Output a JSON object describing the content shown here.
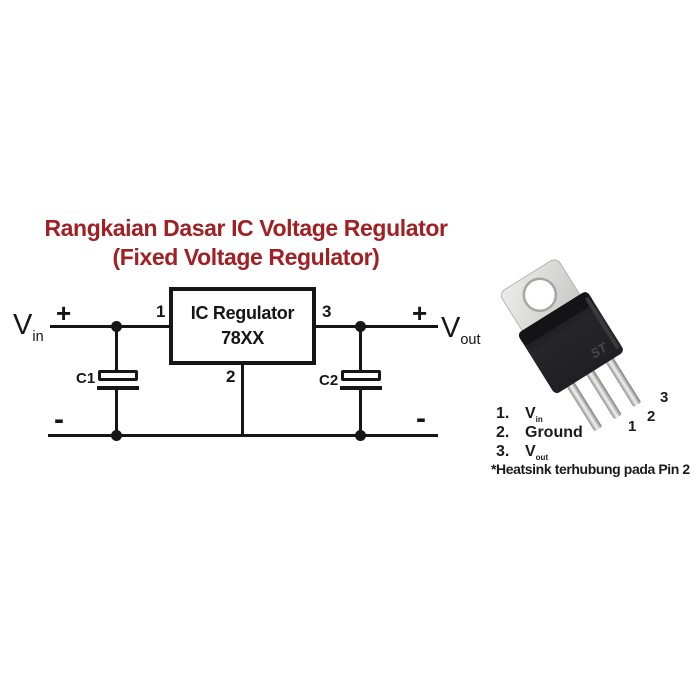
{
  "colors": {
    "title": "#a12023",
    "ink": "#161616"
  },
  "title": {
    "line1": "Rangkaian Dasar IC Voltage Regulator",
    "line2": "(Fixed Voltage Regulator)"
  },
  "circuit": {
    "ic": {
      "line1": "IC Regulator",
      "line2": "78XX"
    },
    "pins": {
      "p1": "1",
      "p2": "2",
      "p3": "3"
    },
    "vin": {
      "base": "V",
      "sub": "in"
    },
    "vout": {
      "base": "V",
      "sub": "out"
    },
    "signs": {
      "plus": "+",
      "minus": "-"
    },
    "capacitors": {
      "c1": "C1",
      "c2": "C2"
    }
  },
  "package": {
    "body_marking": "ST",
    "pin_labels": [
      "1",
      "2",
      "3"
    ],
    "legend": [
      {
        "num": "1.",
        "label": "V",
        "sub": "in"
      },
      {
        "num": "2.",
        "label": "Ground",
        "sub": ""
      },
      {
        "num": "3.",
        "label": "V",
        "sub": "out"
      }
    ],
    "note": "*Heatsink terhubung pada Pin 2"
  }
}
